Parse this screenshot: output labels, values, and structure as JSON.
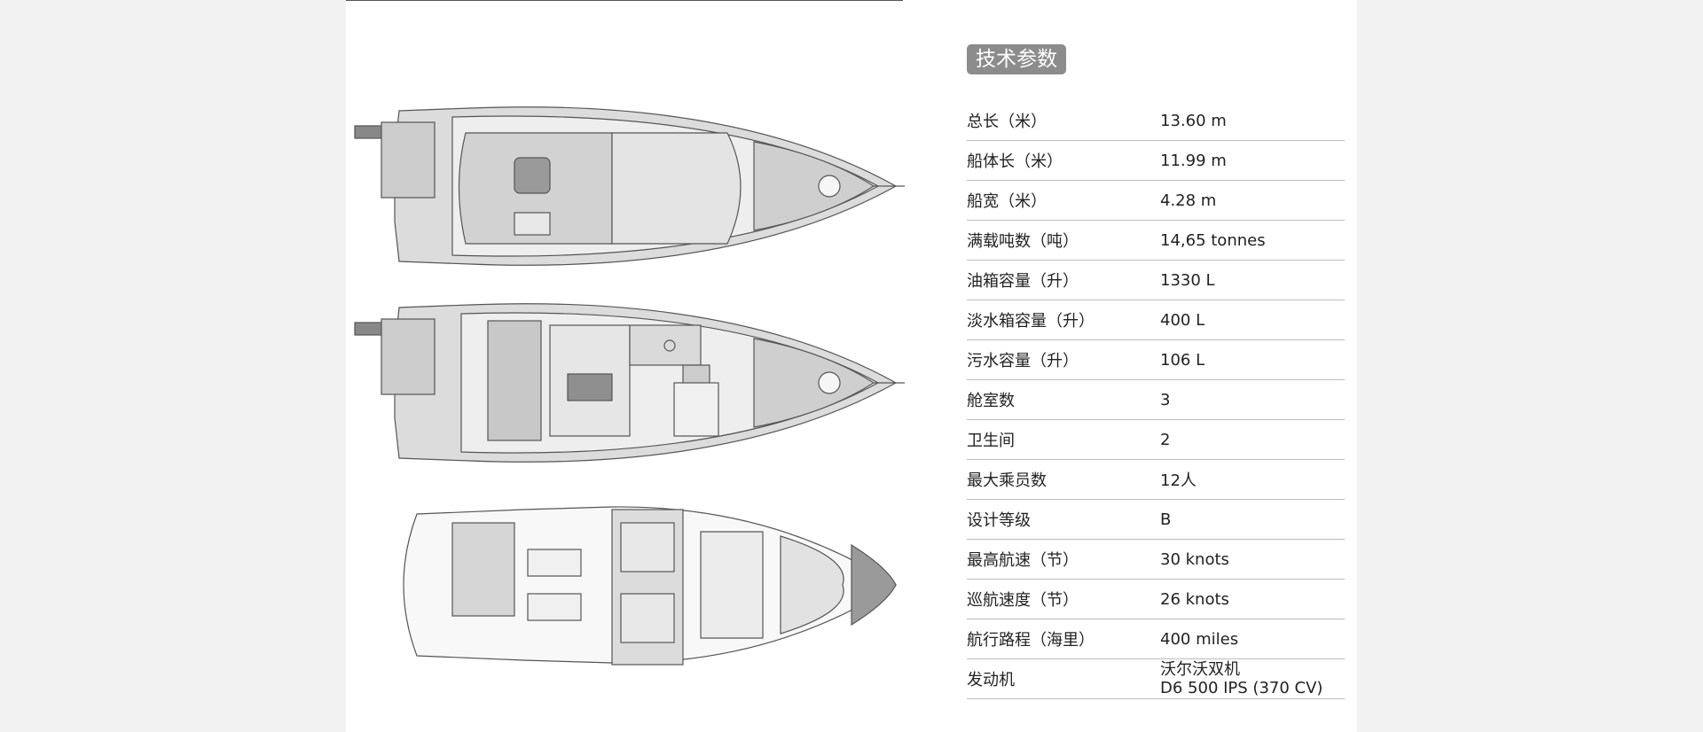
{
  "specs": {
    "heading": "技术参数",
    "rows": [
      {
        "label": "总长（米）",
        "value": "13.60 m"
      },
      {
        "label": "船体长（米）",
        "value": "11.99 m"
      },
      {
        "label": "船宽（米）",
        "value": "4.28 m"
      },
      {
        "label": "满载吨数（吨）",
        "value": "14,65 tonnes"
      },
      {
        "label": "油箱容量（升）",
        "value": "1330 L"
      },
      {
        "label": "淡水箱容量（升）",
        "value": "400 L"
      },
      {
        "label": "污水容量（升）",
        "value": "106 L"
      },
      {
        "label": "舱室数",
        "value": "3"
      },
      {
        "label": "卫生间",
        "value": "2"
      },
      {
        "label": "最大乘员数",
        "value": "12人"
      },
      {
        "label": "设计等级",
        "value": "B"
      },
      {
        "label": "最高航速（节）",
        "value": "30 knots"
      },
      {
        "label": "巡航速度（节）",
        "value": "26 knots"
      },
      {
        "label": "航行路程（海里）",
        "value": "400 miles"
      },
      {
        "label": "发动机",
        "value_line1": "沃尔沃双机",
        "value_line2": "D6 500 IPS (370 CV)"
      }
    ]
  },
  "colors": {
    "badge": "#8c8c8c",
    "rule": "#bdbdbd",
    "page": "#f3f2f3"
  },
  "drawings": [
    "flybridge-plan",
    "main-deck-plan",
    "lower-deck-plan"
  ]
}
